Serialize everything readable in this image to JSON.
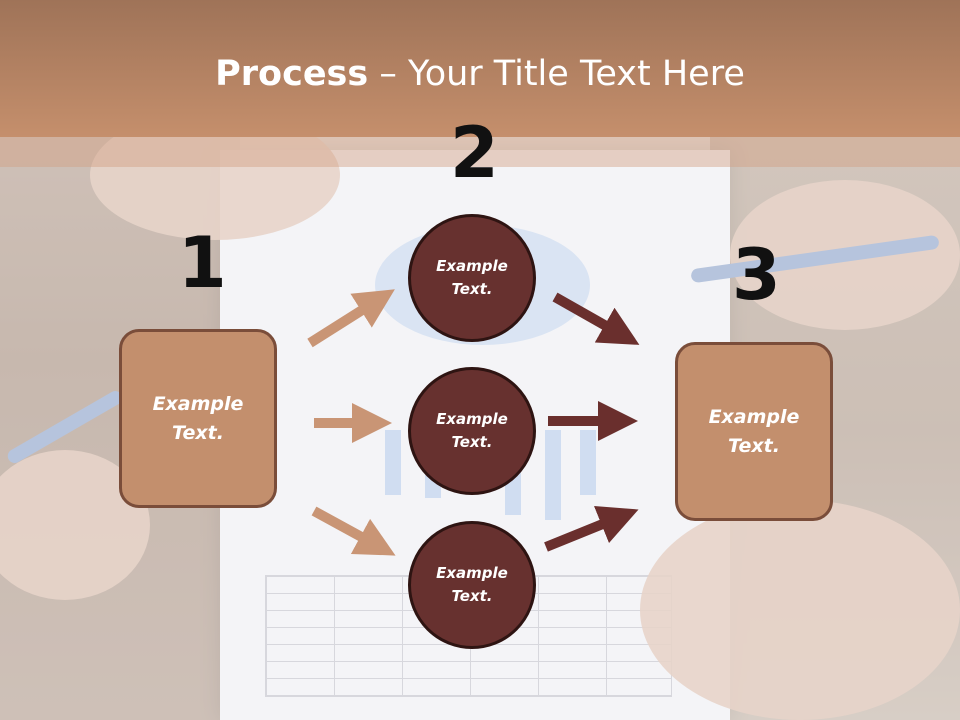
{
  "title": {
    "bold": "Process",
    "rest": " – Your Title Text Here"
  },
  "steps": [
    {
      "number": "1",
      "label": "Example Text."
    },
    {
      "number": "2",
      "label": "Example Text."
    },
    {
      "number": "3",
      "label": "Example Text."
    }
  ],
  "nodes": [
    {
      "label": "Example Text."
    },
    {
      "label": "Example Text."
    },
    {
      "label": "Example Text."
    }
  ],
  "colors": {
    "banner": "#c58f6d",
    "box_fill": "#c38f6d",
    "box_border": "#7a4d3a",
    "circle_fill": "#67312f",
    "arrow_in": "#c99575",
    "arrow_out": "#6a2f2d"
  }
}
